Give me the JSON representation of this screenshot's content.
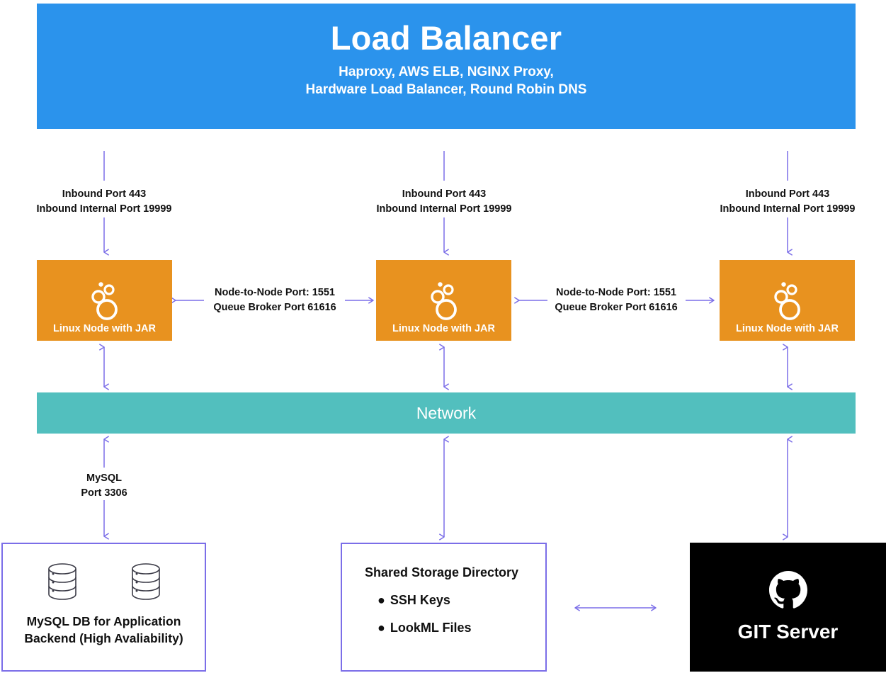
{
  "colors": {
    "load_balancer_bg": "#2b93ec",
    "node_bg": "#e8921f",
    "network_bg": "#52bfbe",
    "connector_line": "#7b6ee8",
    "git_bg": "#000000",
    "text_dark": "#111111",
    "text_light": "#ffffff"
  },
  "load_balancer": {
    "title": "Load Balancer",
    "subtitle_line1": "Haproxy, AWS ELB, NGINX Proxy,",
    "subtitle_line2": "Hardware Load Balancer, Round Robin DNS"
  },
  "inbound_labels": [
    {
      "line1": "Inbound Port 443",
      "line2": "Inbound Internal Port 19999"
    },
    {
      "line1": "Inbound Port 443",
      "line2": "Inbound Internal Port 19999"
    },
    {
      "line1": "Inbound Port 443",
      "line2": "Inbound Internal Port 19999"
    }
  ],
  "nodes": [
    {
      "label": "Linux Node with JAR",
      "icon": "looker-logo-icon"
    },
    {
      "label": "Linux Node with JAR",
      "icon": "looker-logo-icon"
    },
    {
      "label": "Linux Node with JAR",
      "icon": "looker-logo-icon"
    }
  ],
  "node_links": [
    {
      "line1": "Node-to-Node Port: 1551",
      "line2": "Queue Broker Port 61616"
    },
    {
      "line1": "Node-to-Node Port: 1551",
      "line2": "Queue Broker Port 61616"
    }
  ],
  "network": {
    "label": "Network"
  },
  "mysql_link": {
    "line1": "MySQL",
    "line2": "Port 3306"
  },
  "mysql_box": {
    "caption_line1": "MySQL DB for Application",
    "caption_line2": "Backend (High Avaliability)",
    "icon_left": "database-cylinder-icon",
    "icon_right": "database-cylinder-icon"
  },
  "shared_storage": {
    "title": "Shared Storage Directory",
    "items": [
      {
        "bullet": "●",
        "label": "SSH Keys"
      },
      {
        "bullet": "●",
        "label": "LookML Files"
      }
    ]
  },
  "git_server": {
    "label": "GIT Server",
    "icon": "github-octocat-icon"
  }
}
